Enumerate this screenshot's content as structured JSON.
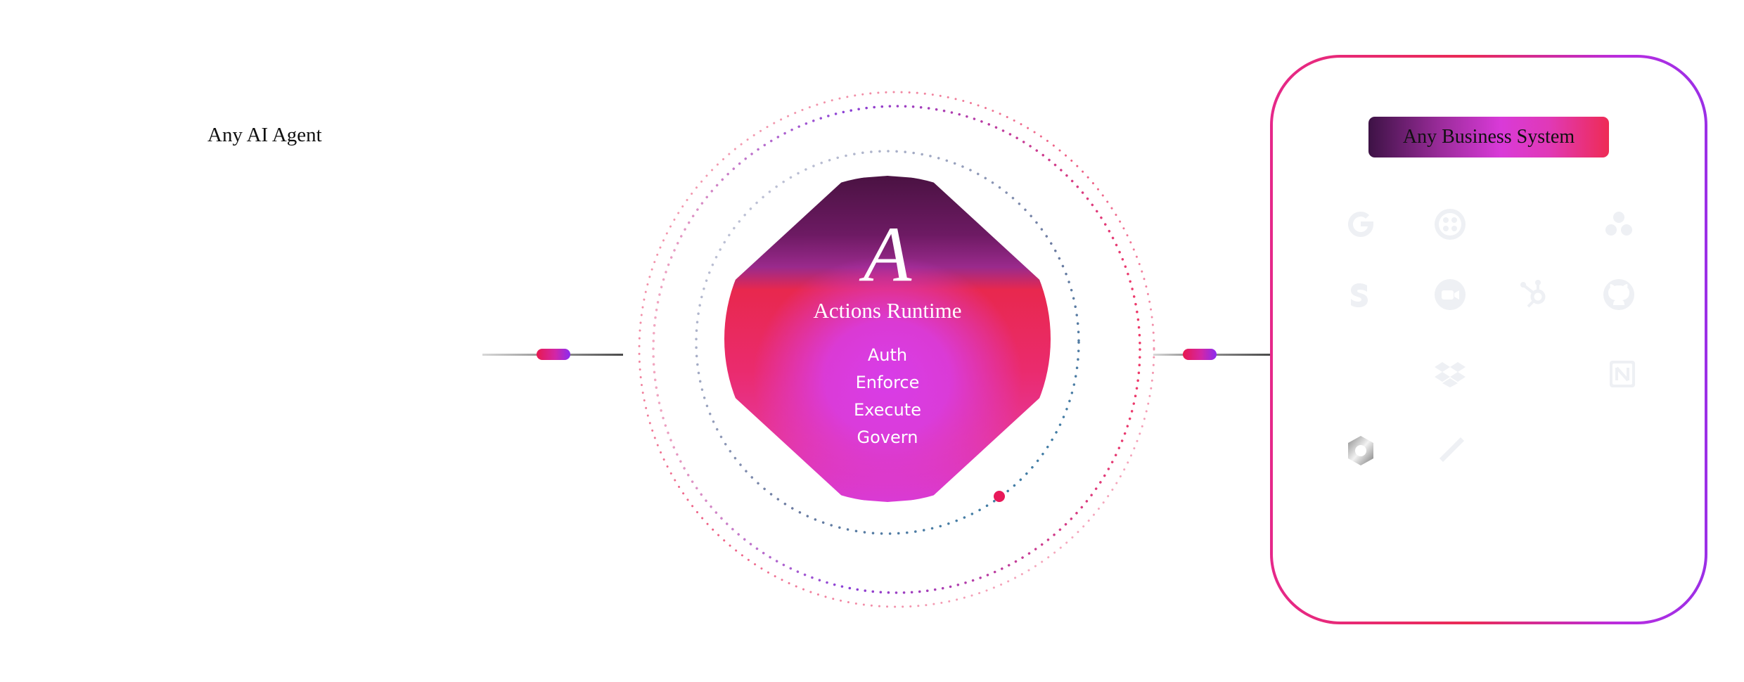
{
  "agent": {
    "label": "Any AI Agent"
  },
  "runtime": {
    "logo": "A",
    "title": "Actions Runtime",
    "steps": [
      "Auth",
      "Enforce",
      "Execute",
      "Govern"
    ]
  },
  "systems": {
    "label": "Any Business System",
    "icons": [
      "google-icon",
      "twilio-icon",
      "asana-icon",
      "stripe-icon",
      "zoom-icon",
      "hubspot-icon",
      "github-icon",
      "dropbox-icon",
      "notion-icon",
      "loop-ring-icon",
      "jira-icon"
    ]
  },
  "colors": {
    "accent_pink": "#e6288a",
    "accent_red": "#ea2b55",
    "accent_purple": "#9b2fe6",
    "icon_gray": "#eef0f4"
  }
}
